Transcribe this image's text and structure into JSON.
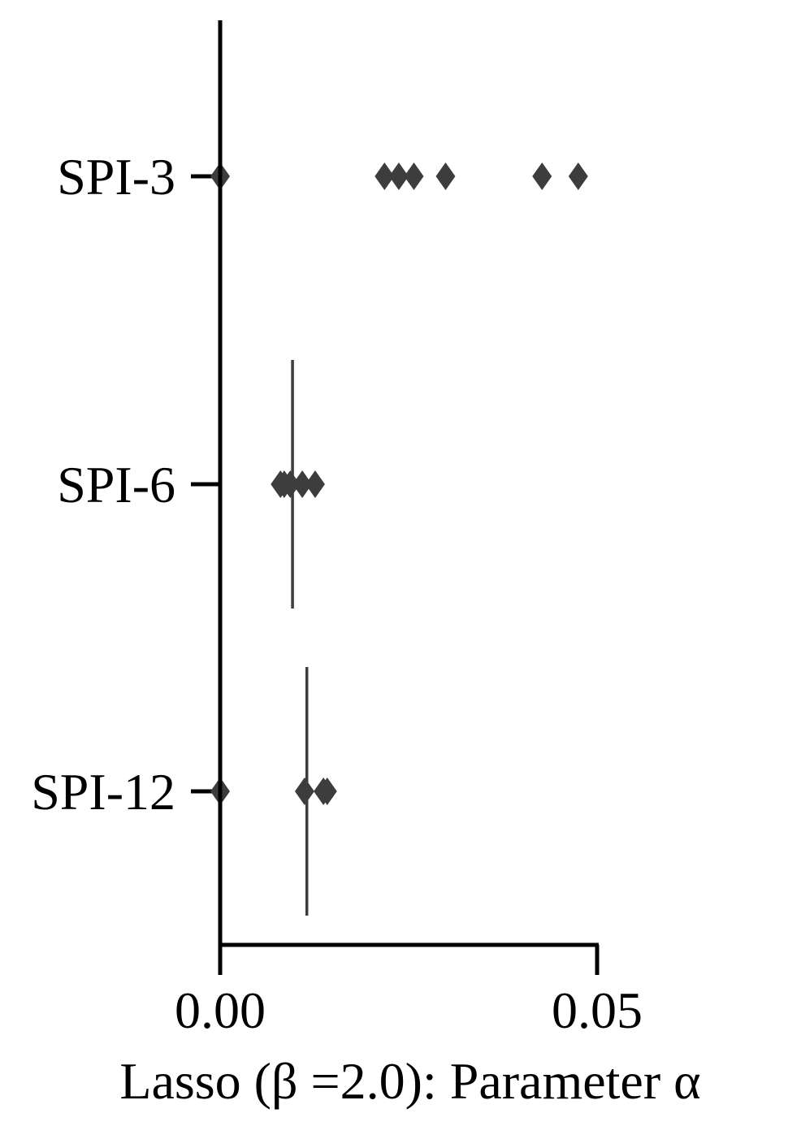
{
  "chart_data": {
    "type": "boxplot",
    "orientation": "horizontal",
    "xlabel": "Lasso (β =2.0): Parameter α",
    "xlim": [
      0.0,
      0.05
    ],
    "xticks": [
      0.0,
      0.05
    ],
    "xtick_labels": [
      "0.00",
      "0.05"
    ],
    "categories": [
      "SPI-3",
      "SPI-6",
      "SPI-12"
    ],
    "grid": false,
    "series": [
      {
        "category": "SPI-3",
        "median": 0.0,
        "q1": 0.0,
        "q3": 0.0,
        "whisker_low": 0.0,
        "whisker_high": 0.0,
        "outliers": [
          0.0,
          0.0218,
          0.0237,
          0.0257,
          0.0299,
          0.0427,
          0.0475
        ]
      },
      {
        "category": "SPI-6",
        "median": 0.0096,
        "q1": 0.0096,
        "q3": 0.0096,
        "whisker_low": 0.0096,
        "whisker_high": 0.0096,
        "outliers": [
          0.008,
          0.0085,
          0.0093,
          0.0109,
          0.0126
        ]
      },
      {
        "category": "SPI-12",
        "median": 0.0115,
        "q1": 0.0115,
        "q3": 0.0115,
        "whisker_low": 0.0115,
        "whisker_high": 0.0115,
        "outliers": [
          0.0,
          0.0112,
          0.0137,
          0.0142
        ]
      }
    ],
    "colors": {
      "axis": "#000000",
      "marks": "#3d3d3d"
    }
  }
}
